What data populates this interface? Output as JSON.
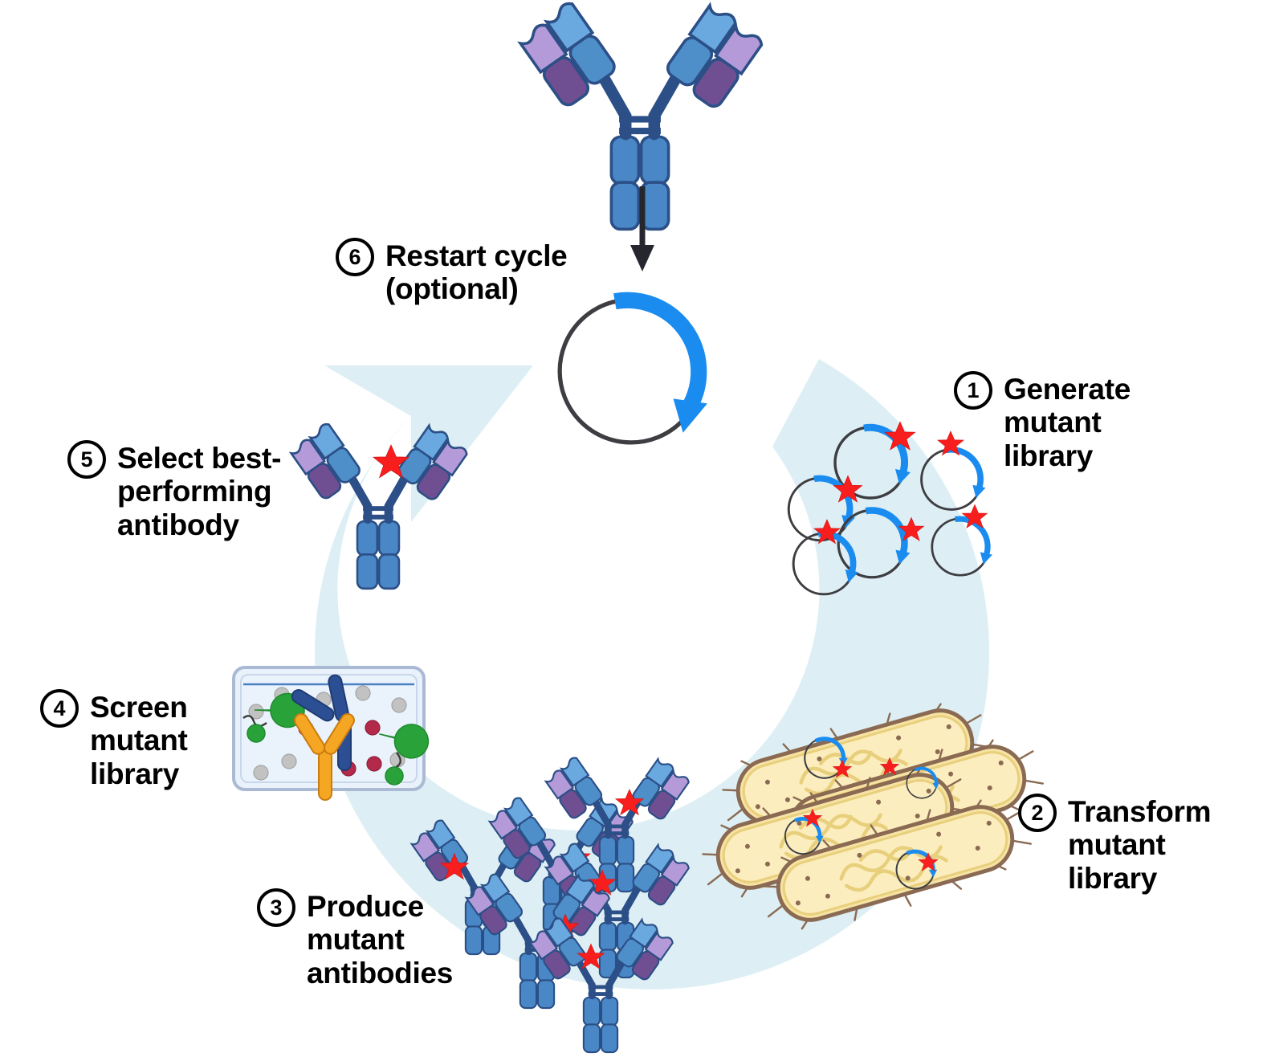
{
  "diagram": {
    "title": "Directed evolution antibody engineering cycle",
    "background": "#ffffff",
    "arrow_band_color": "#ddeff4",
    "accent_blue": "#1a8cf0",
    "plasmid_outline": "#3d3d42",
    "mutation_star_color": "#f81e1e",
    "antibody": {
      "heavy_light_blue": "#6aa8e0",
      "heavy_mid_blue": "#4e8ec9",
      "fc_blue": "#4a87c6",
      "light_chain_light_purple": "#b49ad8",
      "light_chain_dark_purple": "#6f4f92",
      "outline": "#2b4f86"
    },
    "bacteria": {
      "body": "#f7e3a4",
      "membrane": "#8a6a52",
      "dna": "#e8cf7c"
    },
    "screen_plate": {
      "fluid": "#e9f2fb",
      "frame": "#aab9d4",
      "antibody_blue": "#2c4f94",
      "antibody_orange": "#f5a623",
      "antigen_green": "#2aa23a",
      "bead_gray": "#b9b9b9",
      "bead_red": "#b2294a"
    }
  },
  "steps": [
    {
      "id": 1,
      "number": "1",
      "label": "Generate\nmutant\nlibrary",
      "name": "step-generate-mutant-library"
    },
    {
      "id": 2,
      "number": "2",
      "label": "Transform\nmutant\nlibrary",
      "name": "step-transform-mutant-library"
    },
    {
      "id": 3,
      "number": "3",
      "label": "Produce\nmutant\nantibodies",
      "name": "step-produce-mutant-antibodies"
    },
    {
      "id": 4,
      "number": "4",
      "label": "Screen\nmutant\nlibrary",
      "name": "step-screen-mutant-library"
    },
    {
      "id": 5,
      "number": "5",
      "label": "Select best-\nperforming\nantibody",
      "name": "step-select-best-antibody"
    },
    {
      "id": 6,
      "number": "6",
      "label": "Restart cycle\n(optional)",
      "name": "step-restart-cycle"
    }
  ],
  "elements": {
    "parent_antibody": "parent antibody (top)",
    "input_arrow": "downward arrow from parent antibody to plasmid",
    "center_plasmid": "circular plasmid with blue directional arc",
    "mutant_plasmids_count": 6,
    "bacteria_count": 4,
    "mutant_antibodies_count": 6,
    "selected_antibody": "best-performing mutant antibody with mutation star"
  }
}
